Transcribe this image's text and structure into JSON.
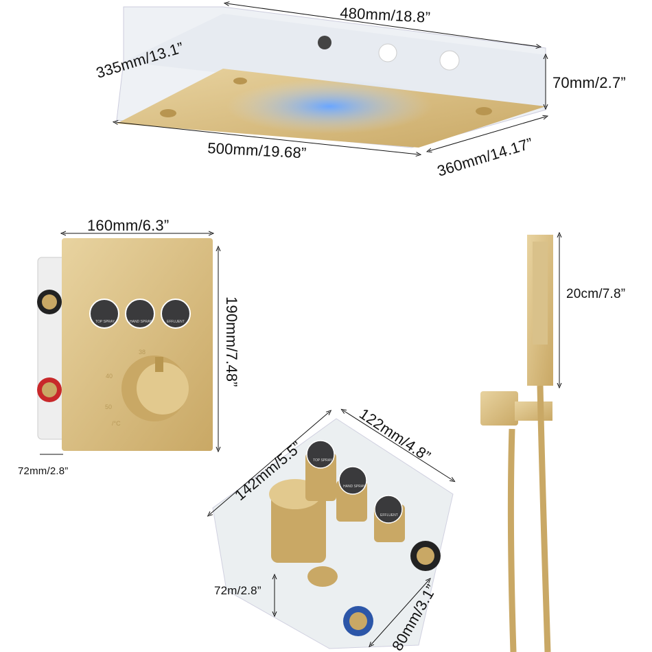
{
  "colors": {
    "gold": "#d8bd7f",
    "gold_dark": "#a98a4a",
    "box_white": "#e9edf3",
    "led_blue": "#4f8fe8",
    "button_dark": "#3a3a3c"
  },
  "overhead_shower": {
    "top_length": "480mm/18.8”",
    "depth_top": "335mm/13.1”",
    "height": "70mm/2.7”",
    "panel_length": "500mm/19.68”",
    "panel_width": "360mm/14.17”"
  },
  "control_panel": {
    "width": "160mm/6.3”",
    "height": "190mm/7.48”",
    "depth": "72mm/2.8”",
    "buttons": [
      {
        "label": "TOP SPRAY",
        "icon": "shower-head-icon"
      },
      {
        "label": "HAND SPRAY",
        "icon": "hand-shower-icon"
      },
      {
        "label": "EFFLUENT",
        "icon": "spout-icon"
      }
    ],
    "dial_marks": [
      "38",
      "40",
      "50",
      "/°C"
    ]
  },
  "hand_shower": {
    "length": "20cm/7.8”"
  },
  "valve_box": {
    "length": "142mm/5.5”",
    "width": "122mm/4.8”",
    "depth": "72m/2.8”",
    "height": "80mm/3.1”",
    "buttons": [
      "TOP SPRAY",
      "HAND SPRAY",
      "EFFLUENT"
    ]
  }
}
